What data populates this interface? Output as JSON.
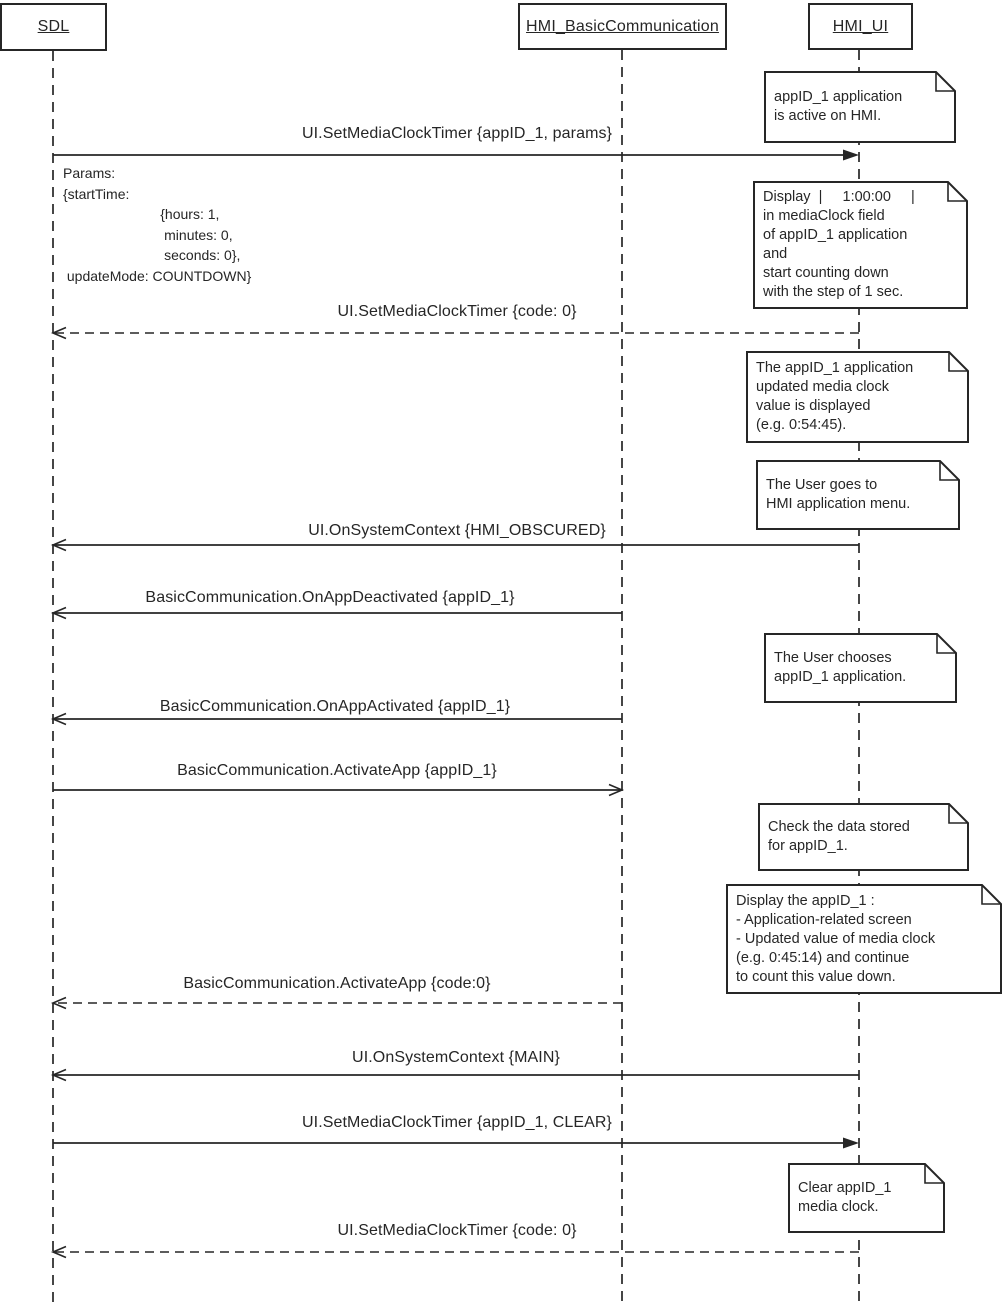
{
  "participants": [
    {
      "label": "SDL"
    },
    {
      "label": "HMI_BasicCommunication"
    },
    {
      "label": "HMI_UI"
    }
  ],
  "messages": [
    {
      "label": "UI.SetMediaClockTimer {appID_1, params}",
      "from": "SDL",
      "to": "HMI_UI",
      "line": "solid",
      "arrowhead": "filled"
    },
    {
      "label": "UI.SetMediaClockTimer {code: 0}",
      "from": "HMI_UI",
      "to": "SDL",
      "line": "dashed",
      "arrowhead": "open"
    },
    {
      "label": "UI.OnSystemContext {HMI_OBSCURED}",
      "from": "HMI_UI",
      "to": "SDL",
      "line": "solid",
      "arrowhead": "open"
    },
    {
      "label": "BasicCommunication.OnAppDeactivated {appID_1}",
      "from": "HMI_BasicCommunication",
      "to": "SDL",
      "line": "solid",
      "arrowhead": "open"
    },
    {
      "label": "BasicCommunication.OnAppActivated {appID_1}",
      "from": "HMI_BasicCommunication",
      "to": "SDL",
      "line": "solid",
      "arrowhead": "open"
    },
    {
      "label": "BasicCommunication.ActivateApp {appID_1}",
      "from": "SDL",
      "to": "HMI_BasicCommunication",
      "line": "solid",
      "arrowhead": "open"
    },
    {
      "label": "BasicCommunication.ActivateApp {code:0}",
      "from": "HMI_BasicCommunication",
      "to": "SDL",
      "line": "dashed",
      "arrowhead": "open"
    },
    {
      "label": "UI.OnSystemContext {MAIN}",
      "from": "HMI_UI",
      "to": "SDL",
      "line": "solid",
      "arrowhead": "open"
    },
    {
      "label": "UI.SetMediaClockTimer {appID_1, CLEAR}",
      "from": "SDL",
      "to": "HMI_UI",
      "line": "solid",
      "arrowhead": "filled"
    },
    {
      "label": "UI.SetMediaClockTimer {code: 0}",
      "from": "HMI_UI",
      "to": "SDL",
      "line": "dashed",
      "arrowhead": "open"
    }
  ],
  "params_annotation": "Params:\n{startTime:\n                         {hours: 1,\n                          minutes: 0,\n                          seconds: 0},\n updateMode: COUNTDOWN}",
  "notes": [
    {
      "text": "appID_1 application\nis active on HMI."
    },
    {
      "text": "Display  |     1:00:00     |\nin mediaClock field\nof appID_1 application\nand\nstart counting down\nwith the step of 1 sec."
    },
    {
      "text": "The appID_1 application\nupdated media clock\nvalue is displayed\n(e.g. 0:54:45)."
    },
    {
      "text": "The User goes to\nHMI application menu."
    },
    {
      "text": "The User chooses\nappID_1 application."
    },
    {
      "text": "Check the data stored\nfor appID_1."
    },
    {
      "text": "Display the appID_1 :\n- Application-related screen\n- Updated value of media clock\n(e.g. 0:45:14) and continue\nto count this value down."
    },
    {
      "text": "Clear appID_1\nmedia clock."
    }
  ]
}
